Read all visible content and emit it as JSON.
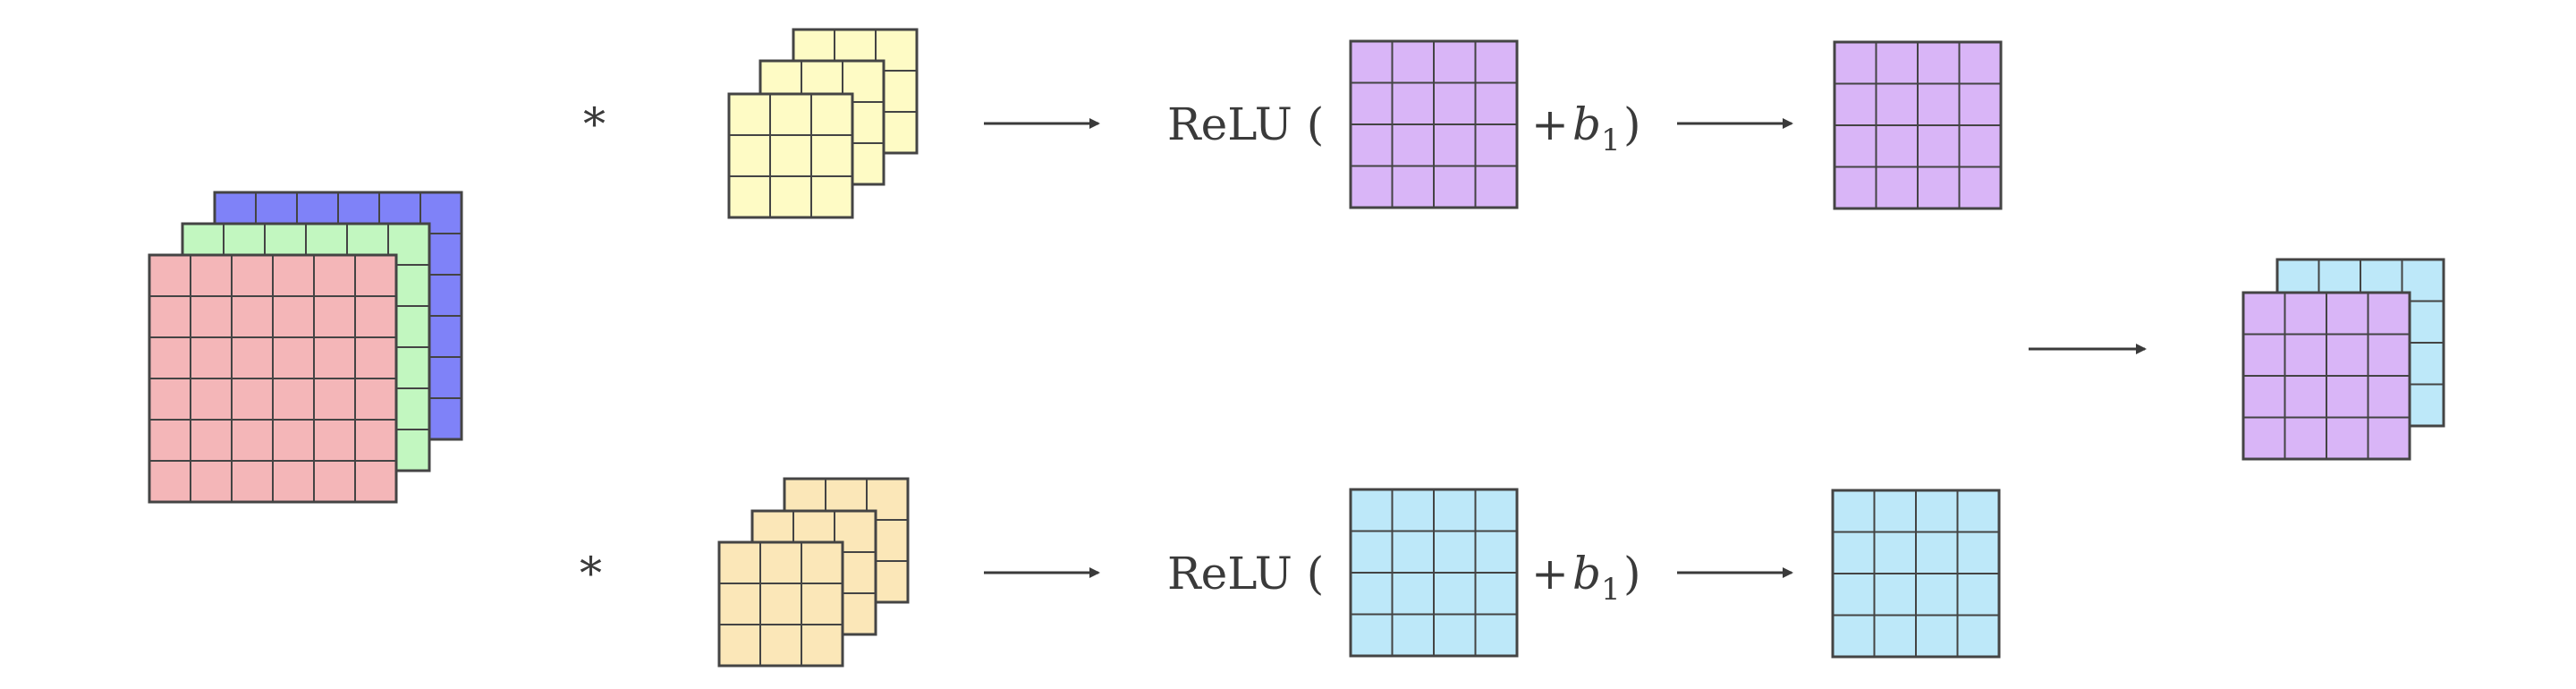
{
  "colors": {
    "input_red": "#f4b6b8",
    "input_green": "#c2f7c0",
    "input_blue": "#7f82f8",
    "kernel_1": "#fefbc5",
    "kernel_2": "#fbe7b8",
    "map_purple": "#d9b5f7",
    "map_cyan": "#bde8f9",
    "stroke": "#444444",
    "arrow": "#3a3a3a"
  },
  "labels": {
    "conv_op_top": "*",
    "conv_op_bottom": "*",
    "relu_top": "ReLU (",
    "relu_bottom": "ReLU (",
    "plus_top": "+",
    "plus_bottom": "+",
    "bias_top_var": "b",
    "bias_top_sub": "1",
    "bias_bottom_var": "b",
    "bias_bottom_sub": "1",
    "close_top": ")",
    "close_bottom": ")"
  }
}
